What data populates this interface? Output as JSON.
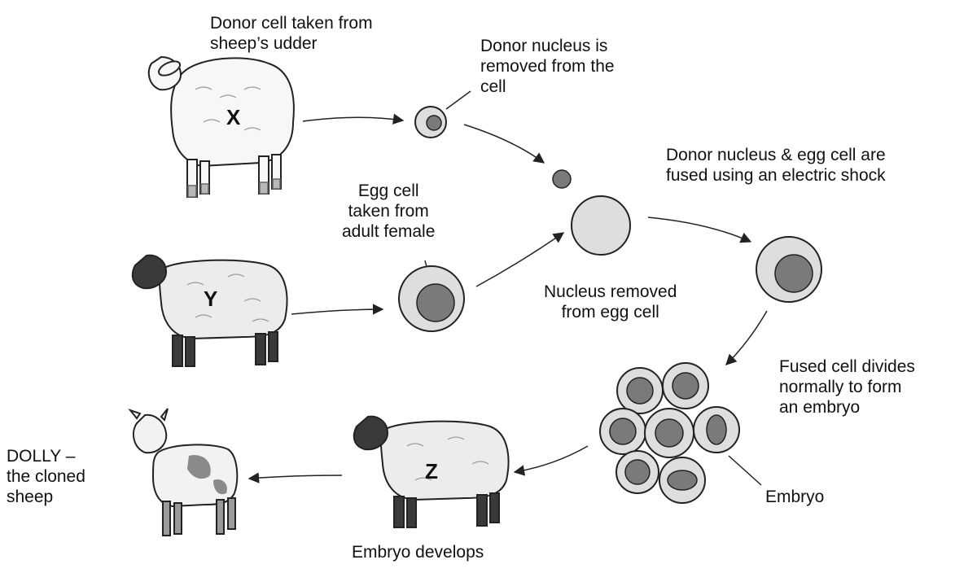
{
  "labels": {
    "donor_cell": "Donor cell taken from\nsheep’s udder",
    "donor_nucleus_removed": "Donor nucleus is\nremoved from the\ncell",
    "egg_cell": "Egg cell\ntaken from\nadult female",
    "fused": "Donor nucleus & egg cell are\nfused using an electric shock",
    "nucleus_removed": "Nucleus removed\nfrom egg cell",
    "divides": "Fused cell divides\nnormally to form\nan embryo",
    "embryo": "Embryo",
    "embryo_develops": "Embryo develops",
    "dolly": "DOLLY –\nthe cloned\nsheep"
  },
  "sheep_letters": {
    "x": "X",
    "y": "Y",
    "z": "Z"
  },
  "colors": {
    "line": "#222222",
    "cytoplasm": "#dedede",
    "nucleus": "#7a7a7a",
    "wool_white": "#f7f7f7",
    "wool_grey": "#ececec",
    "dark_face": "#3a3a3a",
    "leg_grey": "#9a9a9a"
  }
}
